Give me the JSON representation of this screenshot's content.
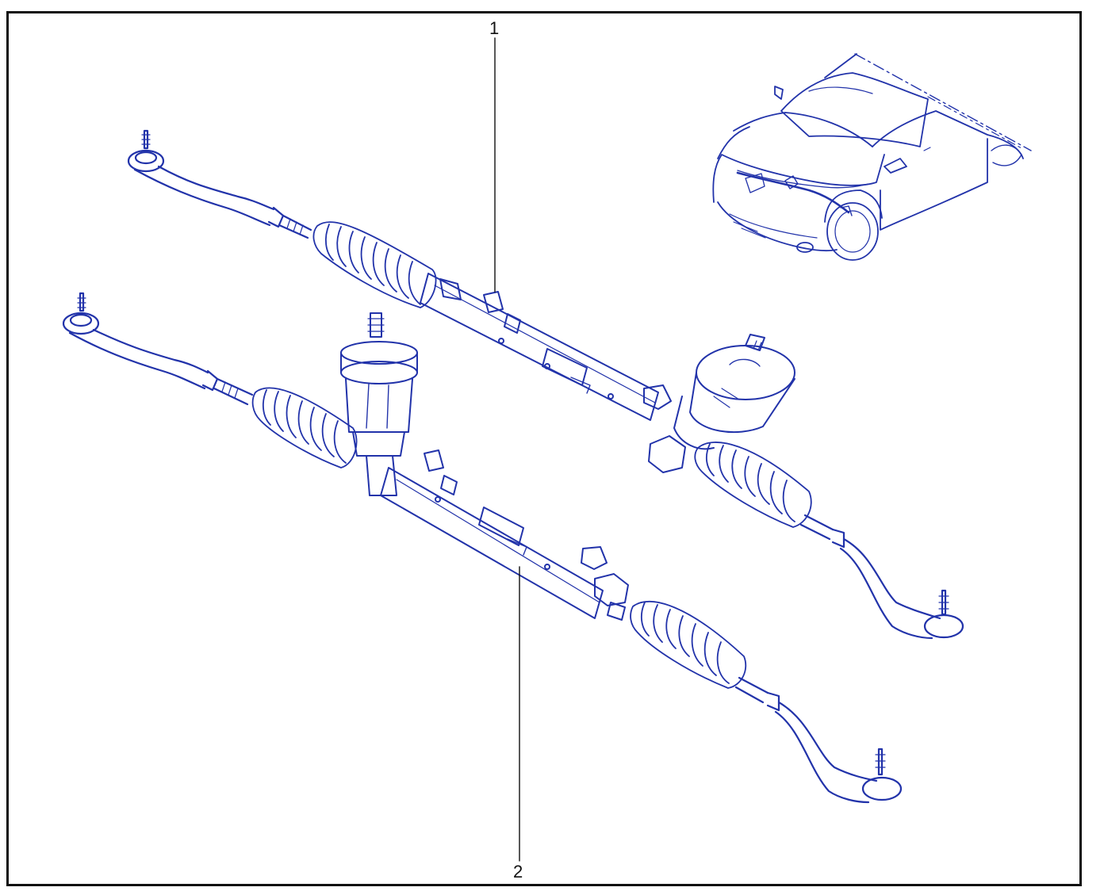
{
  "colors": {
    "line": "#2233aa",
    "frame": "#111111",
    "leader": "#111111"
  },
  "callouts": [
    {
      "id": "1",
      "label": "1"
    },
    {
      "id": "2",
      "label": "2"
    }
  ],
  "parts": [
    {
      "callout": "1",
      "icon": "hydraulic-steering-rack-icon"
    },
    {
      "callout": "2",
      "icon": "electric-steering-rack-icon"
    }
  ],
  "inset_icon": "vehicle-location-icon"
}
